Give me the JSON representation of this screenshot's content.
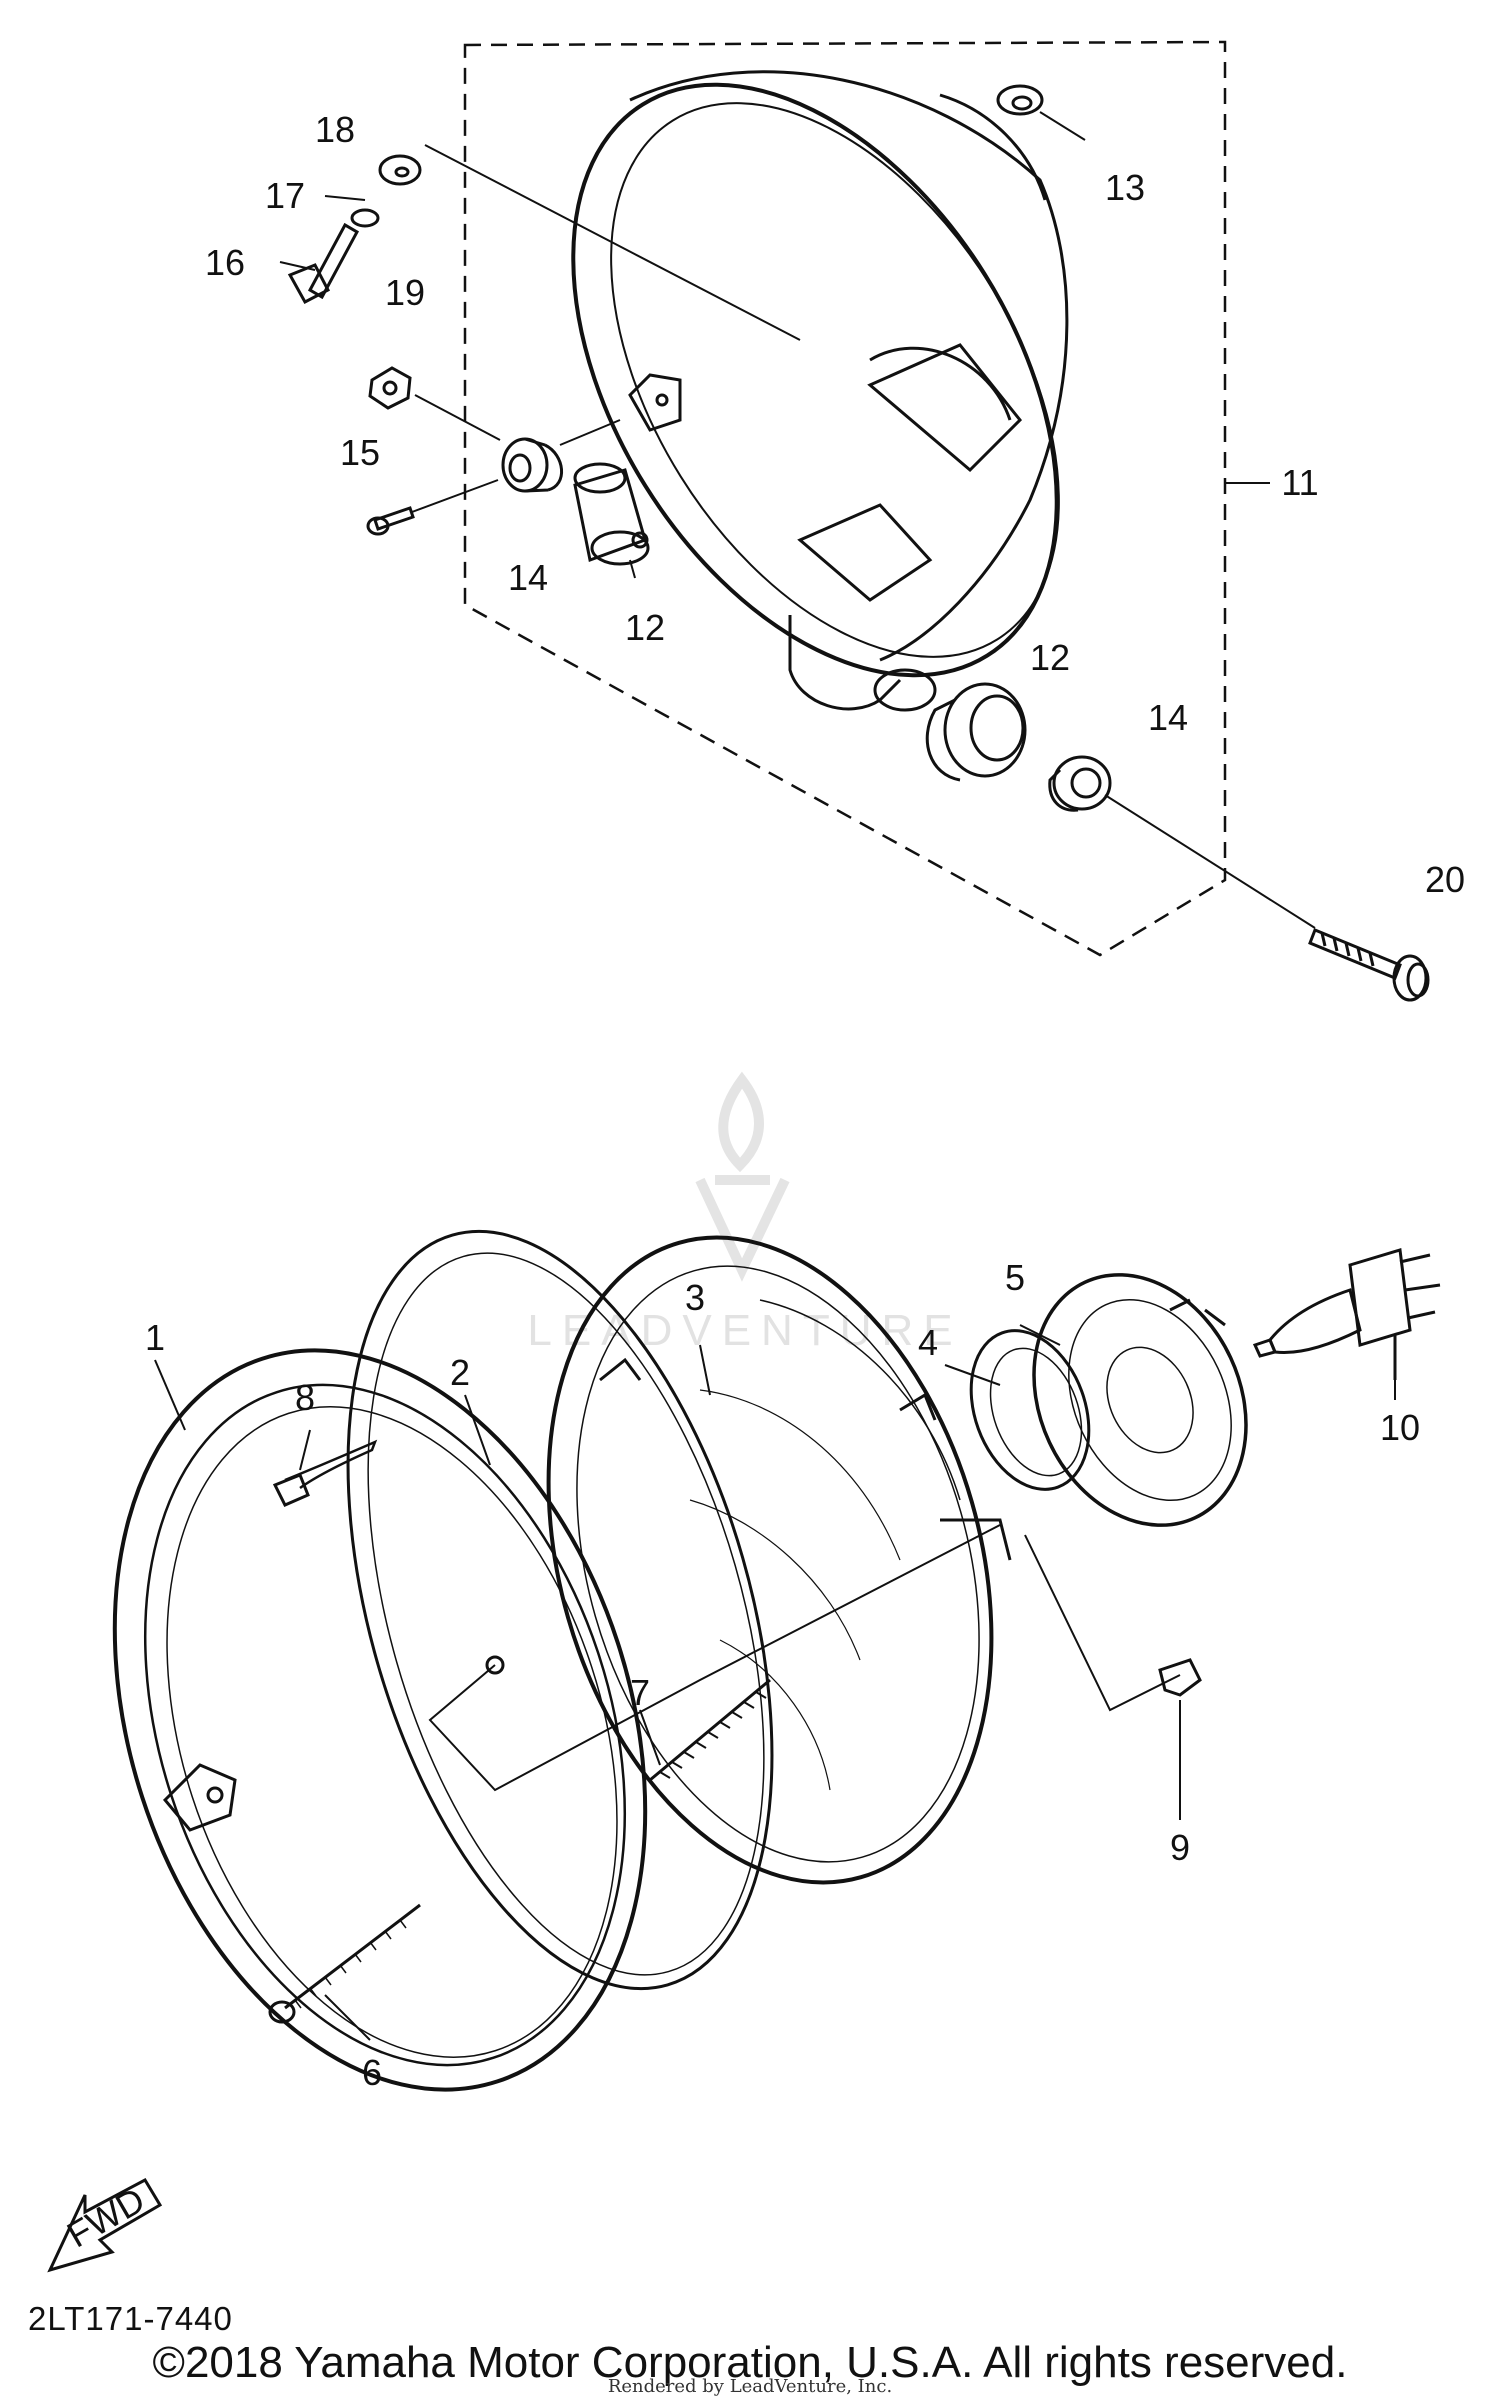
{
  "diagram": {
    "drawing_code": "2LT171-7440",
    "copyright": "©2018 Yamaha Motor Corporation, U.S.A. All rights reserved.",
    "rendered_by": "Rendered by LeadVenture, Inc.",
    "watermark": "LEADVENTURE",
    "fwd_label": "FWD",
    "labels": {
      "p1": "1",
      "p2": "2",
      "p3": "3",
      "p4": "4",
      "p5": "5",
      "p6": "6",
      "p7": "7",
      "p8": "8",
      "p9": "9",
      "p10": "10",
      "p11": "11",
      "p12a": "12",
      "p12b": "12",
      "p13": "13",
      "p14a": "14",
      "p14b": "14",
      "p15": "15",
      "p16": "16",
      "p17": "17",
      "p18": "18",
      "p19": "19",
      "p20": "20"
    }
  }
}
